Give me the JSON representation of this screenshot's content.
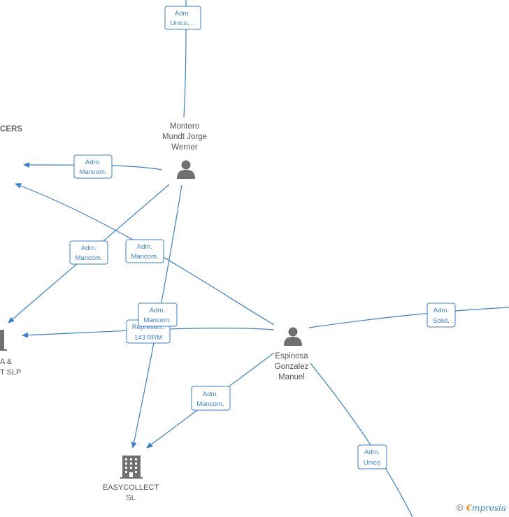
{
  "nodes": {
    "montero": {
      "line1": "Montero",
      "line2": "Mundt Jorge",
      "line3": "Werner",
      "icon": "person-icon"
    },
    "espinosa": {
      "line1": "Espinosa",
      "line2": "Gonzalez",
      "line3": "Manuel",
      "icon": "person-icon"
    },
    "easycollect": {
      "line1": "EASYCOLLECT",
      "line2": "SL",
      "icon": "building-icon"
    },
    "left_company": {
      "line1": "A &",
      "line2": "T  SLP",
      "icon": "building-icon"
    },
    "left_top": {
      "line1": "CERS"
    }
  },
  "relations": {
    "r_top": {
      "line1": "Adm.",
      "line2": "Unico,..."
    },
    "r_montero_left": {
      "line1": "Adm.",
      "line2": "Mancom."
    },
    "r_montero_slp": {
      "line1": "Adm.",
      "line2": "Mancom."
    },
    "r_espinosa_topleft": {
      "line1": "Adm.",
      "line2": "Mancom."
    },
    "r_montero_easy": {
      "line1": "Adm.",
      "line2": "Mancom."
    },
    "r_represent": {
      "line1": "Represent.",
      "line2": "143 RRM"
    },
    "r_espinosa_easy": {
      "line1": "Adm.",
      "line2": "Mancom."
    },
    "r_espinosa_right": {
      "line1": "Adm.",
      "line2": "Solid."
    },
    "r_espinosa_bottom": {
      "line1": "Adm.",
      "line2": "Unico"
    }
  },
  "brand": {
    "copyright": "©",
    "first_letter": "€",
    "rest": "mpresia"
  },
  "colors": {
    "edge": "#3a7fd0",
    "icon": "#707070",
    "label": "#555555",
    "brand_accent": "#e08a1b"
  }
}
